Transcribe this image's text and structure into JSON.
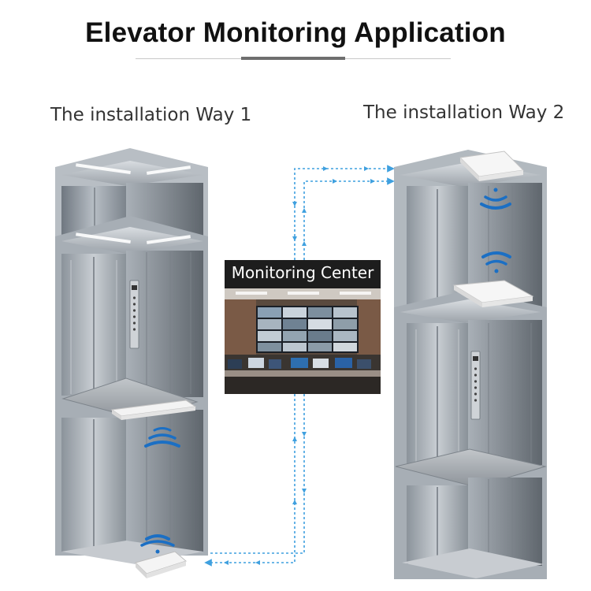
{
  "header": {
    "title": "Elevator Monitoring Application"
  },
  "labels": {
    "way1": "The installation Way 1",
    "way2": "The installation Way 2",
    "center": "Monitoring Center"
  },
  "colors": {
    "link": "#3fa0df",
    "wifi": "#1b6fc4",
    "steel": "#9aa3ab"
  }
}
